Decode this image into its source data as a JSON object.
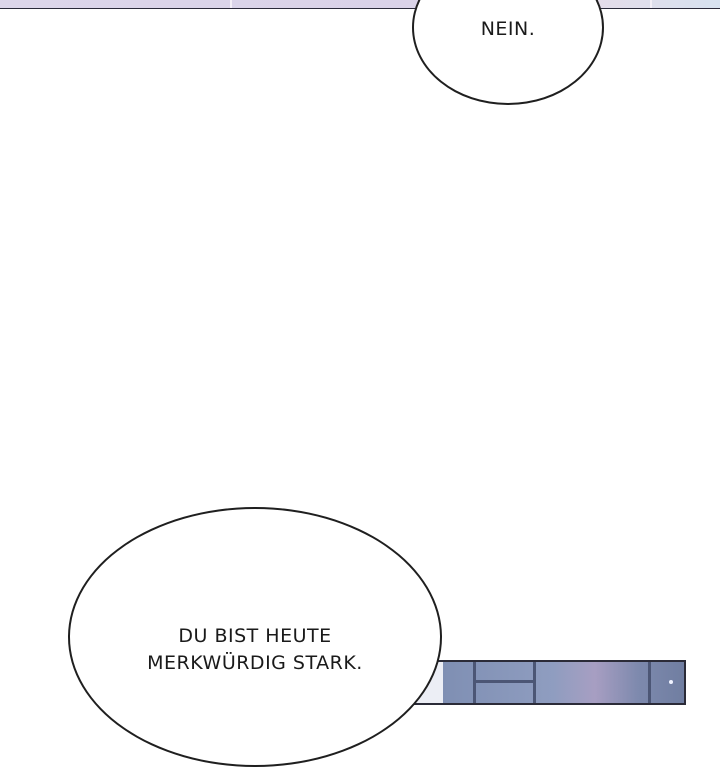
{
  "speech_bubbles": {
    "top": {
      "text": "NEIN."
    },
    "bottom": {
      "line1": "DU BIST HEUTE",
      "line2": "MERKWÜRDIG STARK."
    }
  },
  "colors": {
    "background": "#ffffff",
    "bubble_outline": "#1f1f1f",
    "text": "#1a1a1a",
    "panel_border": "#2b2b38"
  }
}
